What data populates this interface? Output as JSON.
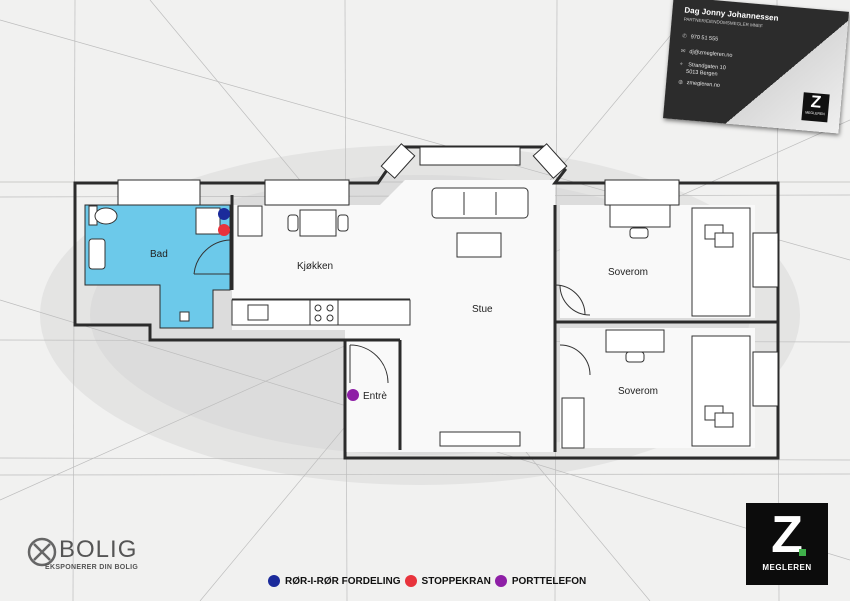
{
  "rooms": {
    "bath": "Bad",
    "kitchen": "Kjøkken",
    "living": "Stue",
    "bedroom_1": "Soverom",
    "bedroom_2": "Soverom",
    "entrance": "Entrè"
  },
  "legend": [
    {
      "label": "RØR-I-RØR FORDELING",
      "color": "#1b2b9b"
    },
    {
      "label": "STOPPEKRAN",
      "color": "#e8333c"
    },
    {
      "label": "PORTTELEFON",
      "color": "#8e1fa6"
    }
  ],
  "colors": {
    "bath_fill": "#6cc9ea",
    "wall": "#2b2b2b",
    "brand_green": "#3fb04a"
  },
  "business_card": {
    "name": "Dag Jonny Johannessen",
    "title": "PARTNER/EIENDOMSMEGLER MNEF",
    "phone": "970 51 555",
    "email": "dj@zmegleren.no",
    "address_line1": "Strandgaten 10",
    "address_line2": "5013 Bergen",
    "web": "zmegleren.no",
    "logo_letter": "Z",
    "logo_word": "MEGLEREN"
  },
  "brand": {
    "letter": "Z",
    "word": "MEGLEREN"
  },
  "bolig_logo": {
    "word": "BOLIG",
    "tagline": "EKSPONERER DIN BOLIG"
  }
}
